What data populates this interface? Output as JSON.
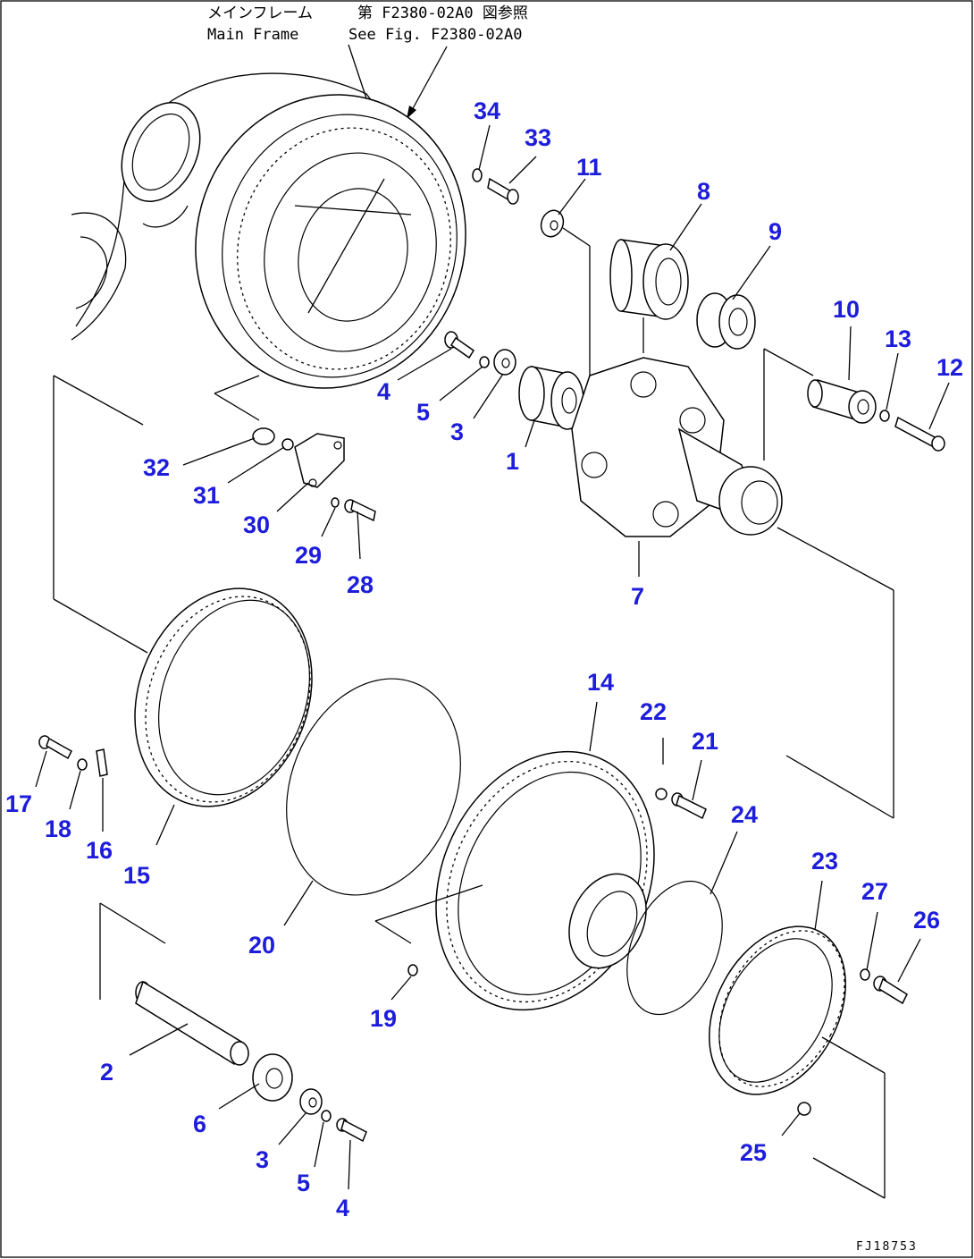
{
  "notes": {
    "main_frame_jp": "メインフレーム",
    "main_frame_en": "Main Frame",
    "see_fig_jp": "第 F2380-02A0 図参照",
    "see_fig_en": "See Fig. F2380-02A0"
  },
  "footer_code": "FJ18753",
  "callouts": [
    "1",
    "2",
    "3",
    "4",
    "5",
    "6",
    "7",
    "8",
    "9",
    "10",
    "11",
    "12",
    "13",
    "14",
    "15",
    "16",
    "17",
    "18",
    "19",
    "20",
    "21",
    "22",
    "23",
    "24",
    "25",
    "26",
    "27",
    "28",
    "29",
    "30",
    "31",
    "32",
    "33",
    "34",
    "3",
    "5",
    "4"
  ]
}
